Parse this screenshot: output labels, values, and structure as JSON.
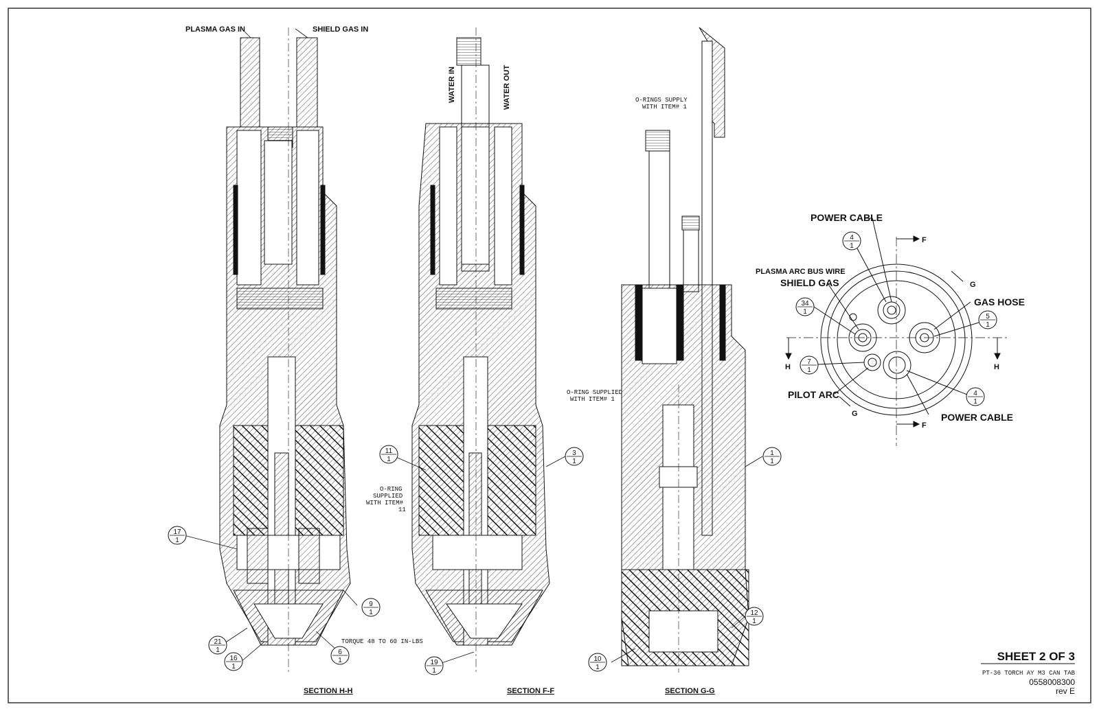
{
  "labels": {
    "plasma_gas_in": "PLASMA GAS IN",
    "shield_gas_in": "SHIELD GAS IN",
    "water_in": "WATER IN",
    "water_out": "WATER OUT",
    "orings_supply": "O-RINGS SUPPLY",
    "orings_supply_2": "WITH ITEM# 1",
    "oring_supplied": "O-RING SUPPLIED",
    "oring_supplied_2": "WITH ITEM# 1",
    "oring_ff_1": "O-RING",
    "oring_ff_2": "SUPPLIED",
    "oring_ff_3": "WITH ITEM#",
    "oring_ff_4": "11",
    "torque": "TORQUE 48 TO 60 IN-LBS",
    "section_hh": "SECTION   H-H",
    "section_ff": "SECTION   F-F",
    "section_gg": "SECTION   G-G"
  },
  "end_view": {
    "power_cable_top": "POWER CABLE",
    "plasma_arc_bus": "PLASMA ARC BUS WIRE",
    "shield_gas": "SHIELD GAS",
    "gas_hose": "GAS HOSE",
    "pilot_arc": "PILOT ARC",
    "power_cable_bottom": "POWER CABLE",
    "f": "F",
    "g": "G",
    "h": "H"
  },
  "callouts": [
    {
      "num": "17",
      "sub": "1"
    },
    {
      "num": "21",
      "sub": "1"
    },
    {
      "num": "16",
      "sub": "1"
    },
    {
      "num": "6",
      "sub": "1"
    },
    {
      "num": "9",
      "sub": "1"
    },
    {
      "num": "11",
      "sub": "1"
    },
    {
      "num": "3",
      "sub": "1"
    },
    {
      "num": "19",
      "sub": "1"
    },
    {
      "num": "1",
      "sub": "1"
    },
    {
      "num": "12",
      "sub": "1"
    },
    {
      "num": "10",
      "sub": "1"
    },
    {
      "num": "4",
      "sub": "1"
    },
    {
      "num": "34",
      "sub": "1"
    },
    {
      "num": "7",
      "sub": "1"
    },
    {
      "num": "5",
      "sub": "1"
    },
    {
      "num": "4",
      "sub": "1"
    }
  ],
  "title_block": {
    "sheet": "SHEET  2  OF  3",
    "description": "PT-36 TORCH AY M3 CAN TAB",
    "part_number": "0558008300",
    "revision": "rev E"
  }
}
